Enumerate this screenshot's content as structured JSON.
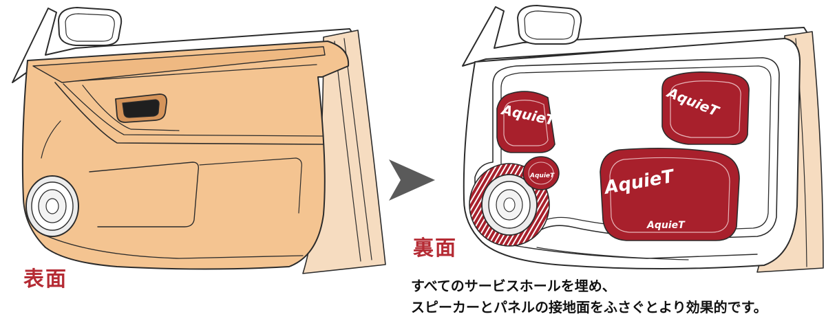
{
  "labels": {
    "front": "表面",
    "back": "裏面"
  },
  "caption": {
    "line1": "すべてのサービスホールを埋め、",
    "line2": "スピーカーとパネルの接地面をふさぐとより効果的です。"
  },
  "pad_brand_text": "AquieT",
  "colors": {
    "trim": "#f4c491",
    "trim_dark": "#e9ad72",
    "pad_red": "#a8202c",
    "label_red": "#b52b34",
    "arrow_gray": "#5a5a5a",
    "outline": "#2b2b2b"
  }
}
